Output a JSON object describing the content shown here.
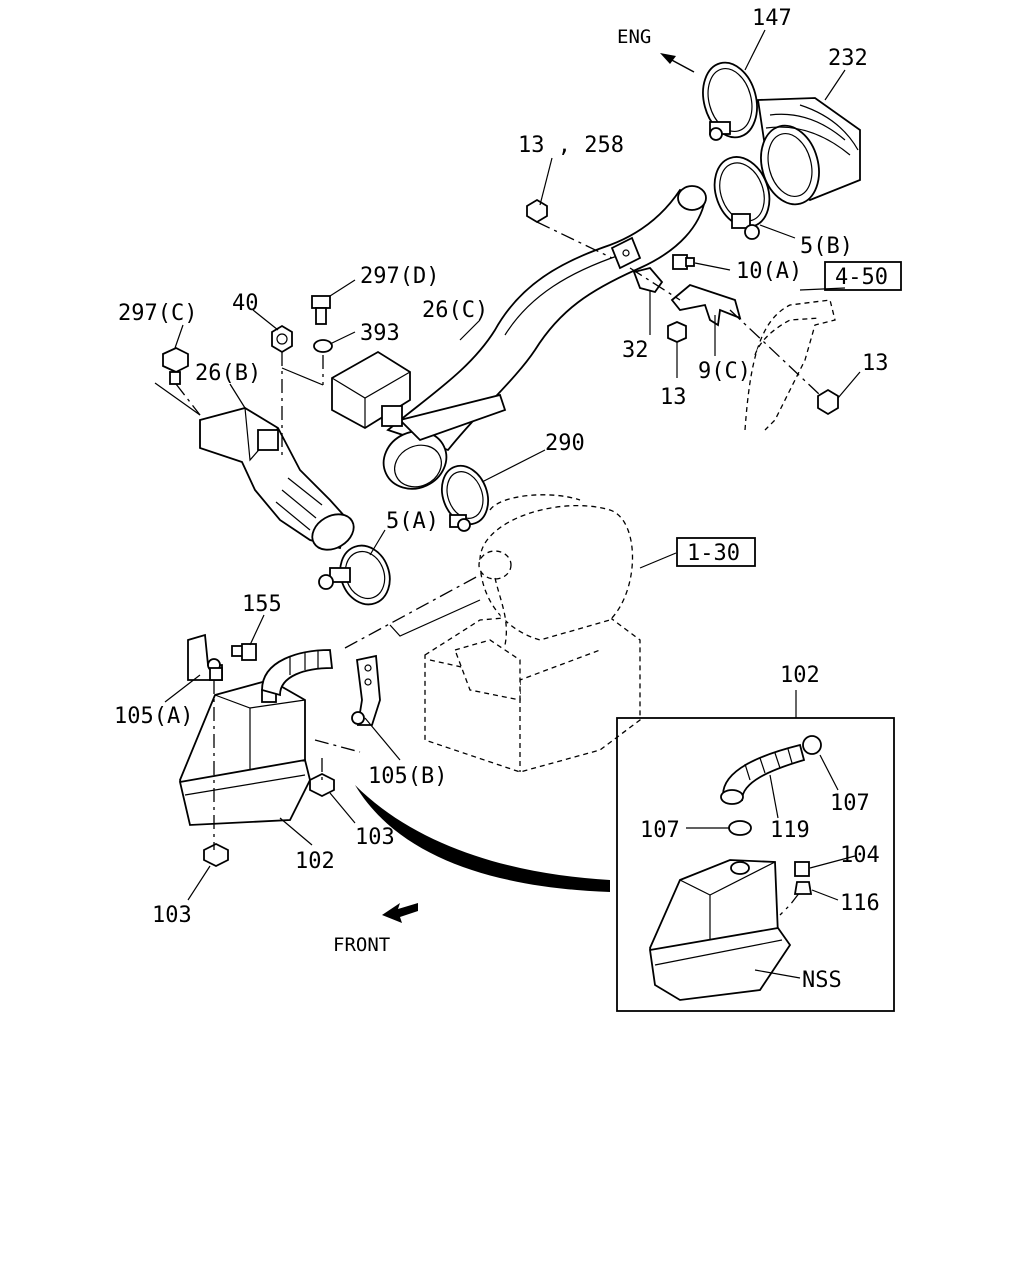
{
  "labels": {
    "eng": "ENG",
    "front": "FRONT",
    "l147": "147",
    "l232": "232",
    "l13_258": "13 , 258",
    "l5b": "5(B)",
    "l10a": "10(A)",
    "l4_50": "4-50",
    "l297d": "297(D)",
    "l40": "40",
    "l297c": "297(C)",
    "l393": "393",
    "l26c": "26(C)",
    "l32": "32",
    "l9c": "9(C)",
    "l13a": "13",
    "l13b": "13",
    "l26b": "26(B)",
    "l290": "290",
    "l5a": "5(A)",
    "l1_30": "1-30",
    "l155": "155",
    "l105a": "105(A)",
    "l105b": "105(B)",
    "l103a": "103",
    "l103b": "103",
    "l102a": "102",
    "l102b": "102",
    "l107a": "107",
    "l107b": "107",
    "l119": "119",
    "l104": "104",
    "l116": "116",
    "nss": "NSS"
  }
}
